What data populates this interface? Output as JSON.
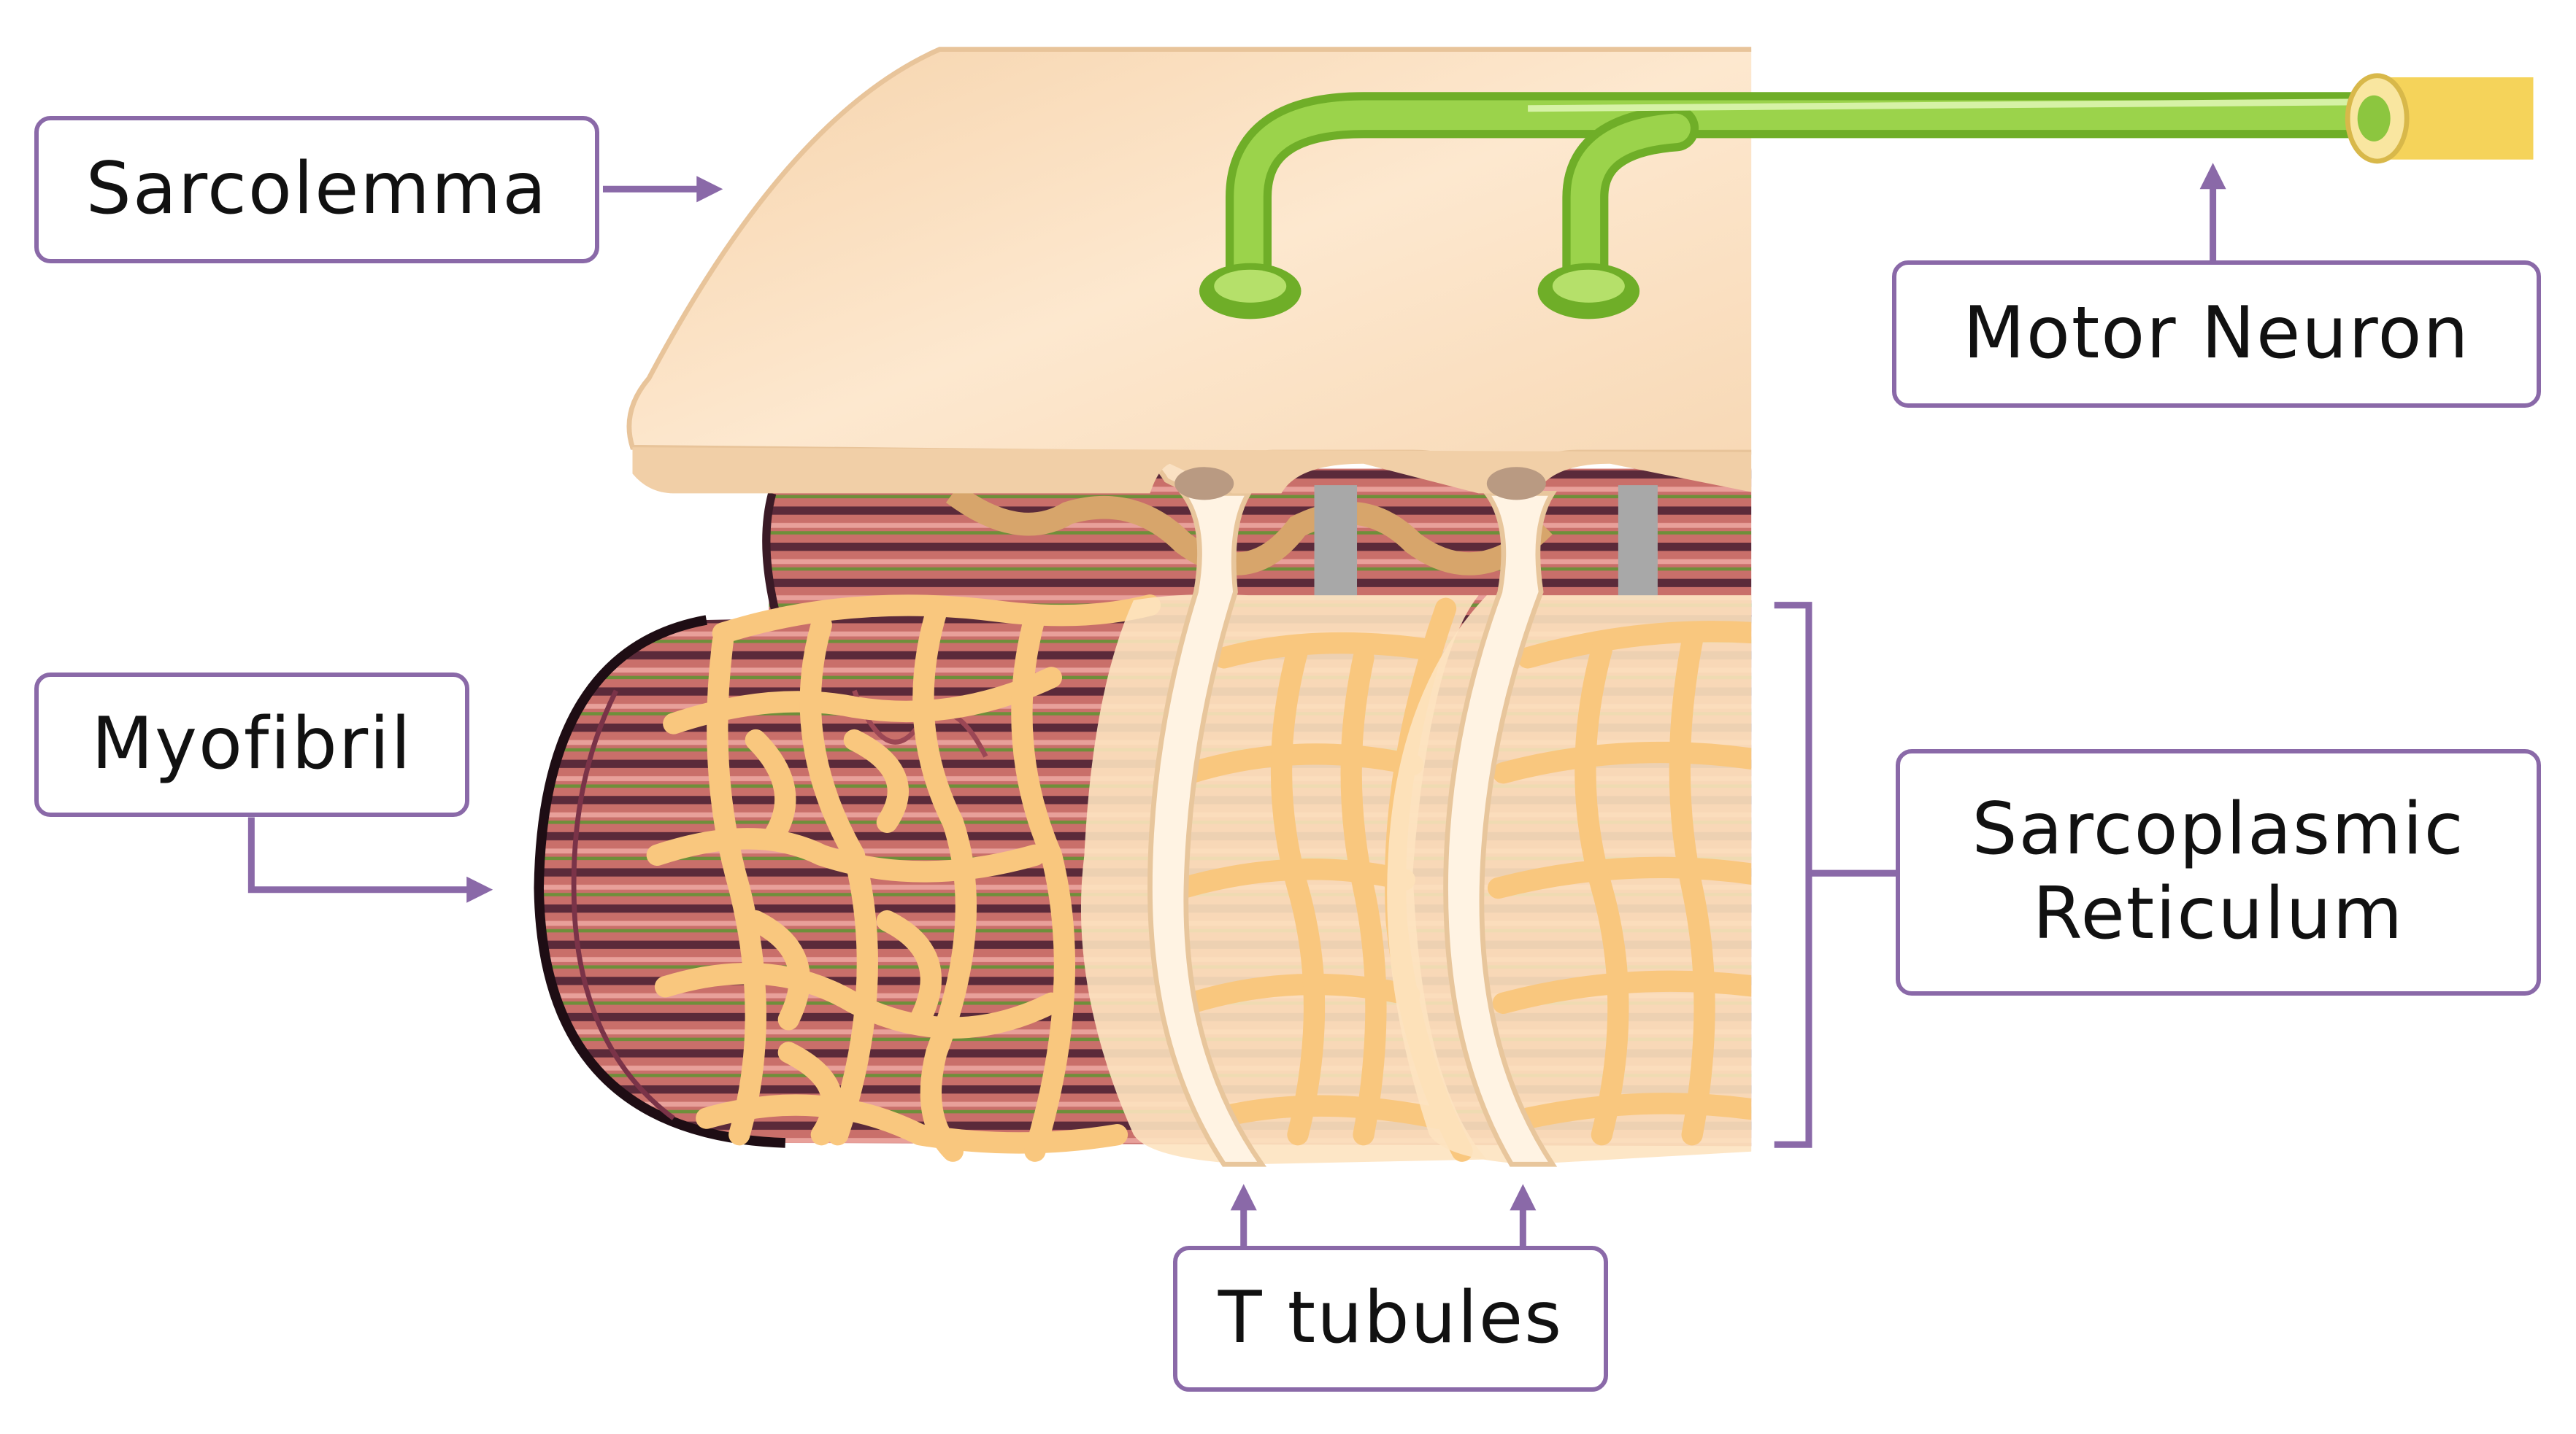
{
  "diagram": {
    "labels": {
      "sarcolemma": "Sarcolemma",
      "motor_neuron": "Motor Neuron",
      "myofibril": "Myofibril",
      "sarcoplasmic_line1": "Sarcoplasmic",
      "sarcoplasmic_line2": "Reticulum",
      "t_tubules": "T tubules"
    },
    "colors": {
      "accent": "#8a69a8",
      "sarcolemma": "#fbe1c1",
      "neuron": "#8cc63f",
      "reticulum": "#f9c77e",
      "myofibril_stripe_dark": "#5b2a3a",
      "myofibril_stripe_light": "#c96f6a"
    }
  }
}
